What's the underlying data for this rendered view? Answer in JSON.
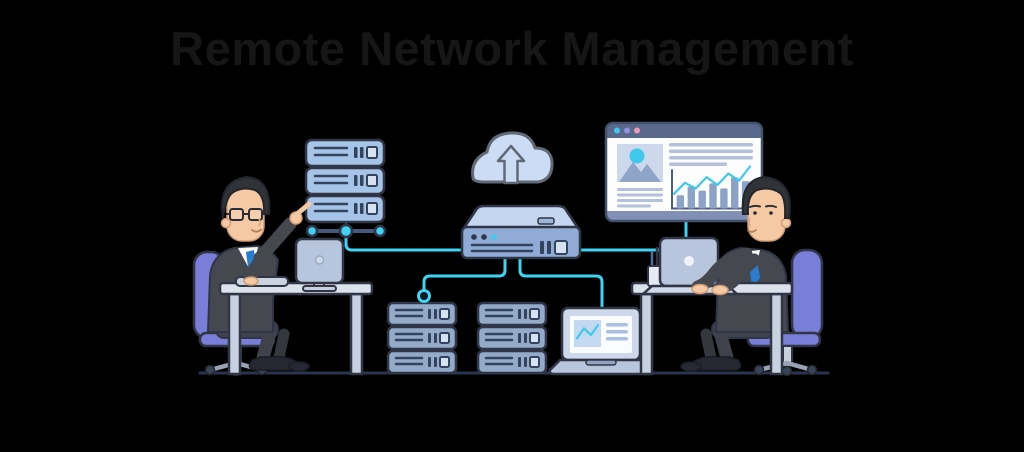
{
  "header": {
    "title": "Remote Network Management"
  },
  "colors": {
    "background": "#000000",
    "title_text": "#161616",
    "line_cyan": "#3fd2f2",
    "accent_cyan": "#3fc9ec",
    "accent_purple": "#8f93dc",
    "accent_pink": "#eb9cbd",
    "outline": "#303646",
    "server_fill": "#a6c4e8",
    "server_fill_muted": "#93aac9",
    "server_mark": "#35445e",
    "cloud_fill": "#cddcf5",
    "cloud_outline": "#606a76",
    "router_top": "#c5d6f0",
    "router_front": "#8fabd6",
    "window_body": "#fdfdfe",
    "window_header": "#5a688c",
    "window_footer": "#8190b6",
    "placeholder_line": "#b4c1d9",
    "image_placeholder": "#cdd8ec",
    "mountain": "#8ea4c9",
    "chart_bar": "#8ba3c9",
    "chart_axis": "#4d5d7e",
    "desk_fill": "#dbe2ec",
    "chair_fill": "#797fd8",
    "suit_fill": "#45484f",
    "skin": "#f5c9a4",
    "hair": "#303338",
    "tie": "#2a7cd1",
    "shoes": "#262832",
    "screen_back": "#b7c6dc",
    "ground": "#2a3450"
  },
  "scene": {
    "items": [
      {
        "id": "server-rack-left",
        "label": "server rack with 3 units connected to hub nodes"
      },
      {
        "id": "cloud-upload",
        "label": "cloud with upload arrow"
      },
      {
        "id": "network-router",
        "label": "network router device"
      },
      {
        "id": "dashboard-window",
        "label": "monitoring dashboard window with image card, text lines and bar/line chart"
      },
      {
        "id": "server-rack-bottom-left",
        "label": "server rack with 3 units and cyan connector node"
      },
      {
        "id": "server-rack-bottom-right",
        "label": "server rack with 3 units"
      },
      {
        "id": "laptop-monitoring",
        "label": "laptop showing line chart"
      },
      {
        "id": "admin-left",
        "label": "administrator in suit and glasses at desk pointing at server rack"
      },
      {
        "id": "admin-right",
        "label": "administrator in suit at desk typing on laptop"
      },
      {
        "id": "connection-lines",
        "label": "cyan network connection lines linking devices"
      }
    ]
  },
  "dashboard_chart": {
    "type": "bar+line",
    "bar_values": [
      35,
      58,
      47,
      66,
      53,
      82,
      72
    ],
    "line_values": [
      30,
      55,
      42,
      68,
      50,
      76,
      60,
      92
    ]
  },
  "laptop_chart": {
    "type": "line",
    "line_values": [
      25,
      72,
      40,
      88
    ]
  }
}
